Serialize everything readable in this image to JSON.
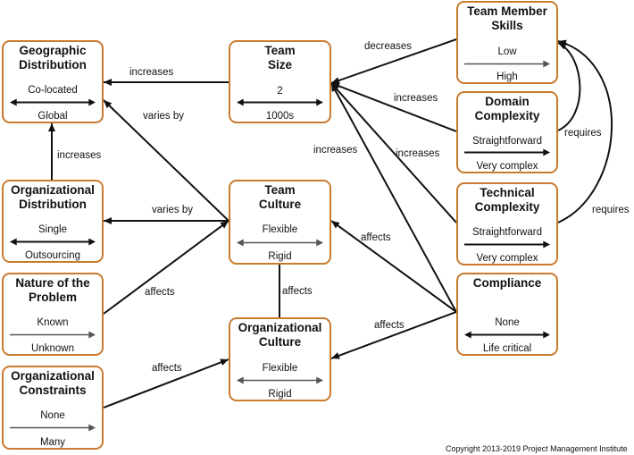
{
  "boxes": {
    "geo": {
      "title": "Geographic\nDistribution",
      "low": "Co-located",
      "high": "Global"
    },
    "team_size": {
      "title": "Team\nSize",
      "low": "2",
      "high": "1000s"
    },
    "skills": {
      "title": "Team Member\nSkills",
      "low": "Low",
      "high": "High"
    },
    "domain": {
      "title": "Domain\nComplexity",
      "low": "Straightforward",
      "high": "Very complex"
    },
    "org_dist": {
      "title": "Organizational\nDistribution",
      "low": "Single",
      "high": "Outsourcing"
    },
    "team_cult": {
      "title": "Team\nCulture",
      "low": "Flexible",
      "high": "Rigid"
    },
    "technical": {
      "title": "Technical\nComplexity",
      "low": "Straightforward",
      "high": "Very complex"
    },
    "nature": {
      "title": "Nature of the\nProblem",
      "low": "Known",
      "high": "Unknown"
    },
    "compliance": {
      "title": "Compliance",
      "low": "None",
      "high": "Life critical"
    },
    "org_cult": {
      "title": "Organizational\nCulture",
      "low": "Flexible",
      "high": "Rigid"
    },
    "constraints": {
      "title": "Organizational\nConstraints",
      "low": "None",
      "high": "Many"
    }
  },
  "labels": {
    "increases_geo": "increases",
    "varies_by_geo": "varies by",
    "decreases": "decreases",
    "increases_domain": "increases",
    "requires_domain": "requires",
    "increases_org": "increases",
    "increases_compliance": "increases",
    "increases_technical": "increases",
    "requires_technical": "requires",
    "varies_by_org": "varies by",
    "affects_compliance_team": "affects",
    "affects_nature": "affects",
    "affects_team_org": "affects",
    "affects_compliance_org": "affects",
    "affects_constraints": "affects"
  },
  "colors": {
    "box_border": "#c97a2f",
    "line": "#111111"
  },
  "copyright": "Copyright 2013-2019 Project Management Institute"
}
